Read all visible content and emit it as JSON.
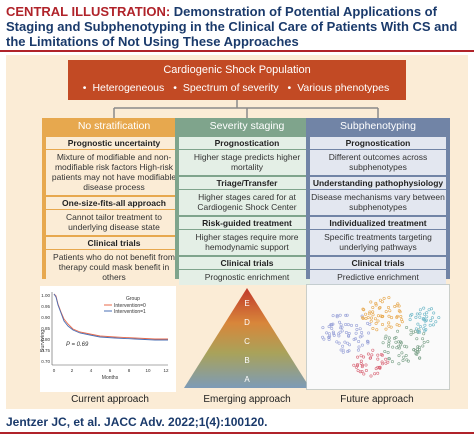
{
  "header": {
    "tag": "CENTRAL ILLUSTRATION:",
    "title": "Demonstration of Potential Applications of Staging and Subphenotyping in the Clinical Care of Patients With CS and the Limitations of Not Using These Approaches"
  },
  "banner": {
    "title": "Cardiogenic Shock Population",
    "items": [
      "Heterogeneous",
      "Spectrum of severity",
      "Various phenotypes"
    ]
  },
  "columns": [
    {
      "title": "No stratification",
      "sections": [
        {
          "heading": "Prognostic uncertainty",
          "body": "Mixture of modifiable and non-modifiable risk factors High-risk patients may not have modifiable disease process"
        },
        {
          "heading": "One-size-fits-all approach",
          "body": "Cannot tailor treatment to underlying disease state"
        },
        {
          "heading": "Clinical trials",
          "body": "Patients who do not benefit from therapy could mask benefit in others"
        }
      ]
    },
    {
      "title": "Severity staging",
      "sections": [
        {
          "heading": "Prognostication",
          "body": "Higher stage predicts higher mortality"
        },
        {
          "heading": "Triage/Transfer",
          "body": "Higher stages cared for at Cardiogenic Shock Center"
        },
        {
          "heading": "Risk-guided treatment",
          "body": "Higher stages require more hemodynamic support"
        },
        {
          "heading": "Clinical trials",
          "body": "Prognostic enrichment"
        }
      ]
    },
    {
      "title": "Subphenotyping",
      "sections": [
        {
          "heading": "Prognostication",
          "body": "Different outcomes across subphenotypes"
        },
        {
          "heading": "Understanding pathophysiology",
          "body": "Disease mechanisms vary between subphenotypes"
        },
        {
          "heading": "Individualized treatment",
          "body": "Specific treatments targeting underlying pathways"
        },
        {
          "heading": "Clinical trials",
          "body": "Predictive enrichment"
        }
      ]
    }
  ],
  "km_plot": {
    "ylabel": "Surviving",
    "xlabel": "Months",
    "yticks": [
      "1.00",
      "0.95",
      "0.90",
      "0.85",
      "0.80",
      "0.75",
      "0.70"
    ],
    "xticks": [
      "0",
      "2",
      "4",
      "6",
      "8",
      "10",
      "12"
    ],
    "legend_title": "Group",
    "legend_items": [
      "Intervention=0",
      "Intervention=1"
    ],
    "p_value": "P = 0.69",
    "series_colors": [
      "#e86a4a",
      "#4a6fb5"
    ]
  },
  "pyramid": {
    "stages": [
      "E",
      "D",
      "C",
      "B",
      "A"
    ]
  },
  "bottom_labels": [
    "Current approach",
    "Emerging approach",
    "Future approach"
  ],
  "footer": {
    "citation": "Jentzer JC, et al. JACC Adv. 2022;1(4):100120."
  },
  "colors": {
    "header_blue": "#1a3a6b",
    "accent_red": "#b0232a",
    "banner": "#c24a24",
    "col_no_strat": "#e7a84e",
    "col_staging": "#7fa48c",
    "col_subpheno": "#7184a6",
    "panel_bg": "#fbecd6"
  }
}
